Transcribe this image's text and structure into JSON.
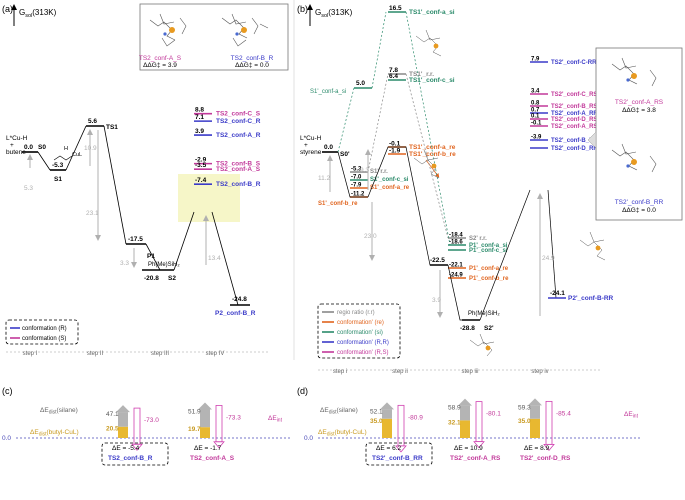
{
  "panels": {
    "a": {
      "label": "(a)",
      "axis_label": "G",
      "axis_sub": "sol",
      "axis_suffix": "(313K)",
      "reactants": [
        "L*Cu-H",
        "+",
        "butene"
      ],
      "s0": "S0",
      "s1": "S1",
      "ts1": "TS1",
      "p1": "P1",
      "s2": "S2",
      "reagent": "Ph(Me)SiH₂",
      "hcul_h": "H",
      "hcul_cu": "CuL",
      "energies": {
        "s0": "0.0",
        "s1": "-5.3",
        "ts1": "5.6",
        "p1": "-17.5",
        "s2": "-20.8",
        "p2": "-24.8",
        "gap_left": "5.3",
        "gap_ts1": "10.9",
        "gap_s1": "23.1",
        "gap_p1": "3.3",
        "gap_ts2": "13.4"
      },
      "ts2_levels": [
        {
          "value": "8.8",
          "label": "TS2_conf-C_S",
          "color": "#c2389a"
        },
        {
          "value": "7.1",
          "label": "TS2_conf-C_R",
          "color": "#3a3ac8"
        },
        {
          "value": "3.9",
          "label": "TS2_conf-A_R",
          "color": "#3a3ac8"
        },
        {
          "value": "-2.9",
          "label": "TS2_conf-B_S",
          "color": "#c2389a"
        },
        {
          "value": "-3.5",
          "label": "TS2_conf-A_S",
          "color": "#c2389a"
        },
        {
          "value": "-7.4",
          "label": "TS2_conf-B_R",
          "color": "#3a3ac8"
        }
      ],
      "p2_label": "P2_conf-B_R",
      "inset": {
        "left_label": "TS2_conf-A_S",
        "right_label": "TS2_conf-B_R",
        "left_dg": "ΔΔG‡ = 3.9",
        "right_dg": "ΔΔG‡ = 0.0"
      },
      "legend": {
        "r": "conformation (R)",
        "s": "conformation (S)"
      },
      "steps": [
        "step I",
        "step II",
        "step III",
        "step IV"
      ]
    },
    "b": {
      "label": "(b)",
      "axis_label": "G",
      "axis_sub": "sol",
      "axis_suffix": "(313K)",
      "reactants": [
        "L*Cu-H",
        "+",
        "styrene"
      ],
      "s0": "S0'",
      "s2": "S2'",
      "reagent": "Ph(Me)SiH₂",
      "top_ts": [
        {
          "value": "16.5",
          "label": "TS1'_conf-a_si",
          "color": "#2a8a6a"
        },
        {
          "value": "7.8",
          "label": "TS1'_r.r.",
          "color": "#888888"
        },
        {
          "value": "6.4",
          "label": "TS1'_conf-c_si",
          "color": "#2a8a6a"
        }
      ],
      "s1_si": {
        "value": "5.0",
        "label": "S1'_conf-a_si"
      },
      "s0_value": "0.0",
      "ts1_re": [
        {
          "value": "-0.1",
          "label": "TS1'_conf-a_re"
        },
        {
          "value": "-1.9",
          "label": "TS1'_conf-b_re"
        }
      ],
      "s1_cluster": [
        {
          "value": "-5.3",
          "label": "S1' r.r.",
          "color": "#888888"
        },
        {
          "value": "-7.0",
          "label": "S1'_conf-c_si",
          "color": "#2a8a6a"
        },
        {
          "value": "-7.9",
          "label": "S1'_conf-a_re",
          "color": "#e0641e"
        },
        {
          "value": "-11.2",
          "label": "S1'_conf-b_re",
          "color": "#e0641e"
        }
      ],
      "p1_cluster": [
        {
          "value": "-18.4",
          "label": "S2' r.r.",
          "color": "#888888"
        },
        {
          "value": "-18.6",
          "label": "P1'_conf-a_si",
          "color": "#2a8a6a"
        },
        {
          "value": "",
          "label": "P1'_conf-c_si",
          "color": "#2a8a6a"
        },
        {
          "value": "-22.1",
          "label": "P1'_conf-a_re",
          "color": "#e0641e"
        },
        {
          "value": "-24.9",
          "label": "P1'_conf-b_re",
          "color": "#e0641e"
        }
      ],
      "p1_left": "-22.5",
      "s2_value": "-28.8",
      "gaps": {
        "g1": "11.2",
        "g2": "9.3",
        "g3": "23.0",
        "g4": "3.9",
        "g5": "24.9"
      },
      "ts2_levels": [
        {
          "value": "7.9",
          "label": "TS2'_conf-C-RR",
          "color": "#3a3ac8"
        },
        {
          "value": "3.4",
          "label": "TS2'_conf-C_RS",
          "color": "#c2389a"
        },
        {
          "value": "0.8",
          "label": "TS2'_conf-B_RS",
          "color": "#c2389a"
        },
        {
          "value": "0.7",
          "label": "TS2'_conf-A_RR",
          "color": "#3a3ac8"
        },
        {
          "value": "0.1",
          "label": "TS2'_conf-D_RS",
          "color": "#c2389a"
        },
        {
          "value": "-0.1",
          "label": "TS2'_conf-A_RS",
          "color": "#c2389a"
        },
        {
          "value": "-3.9",
          "label": "TS2'_conf-B_RR/",
          "color": "#3a3ac8"
        },
        {
          "value": "",
          "label": "TS2'_conf-D_RR",
          "color": "#3a3ac8"
        }
      ],
      "p2": {
        "value": "-24.1",
        "label": "P2'_conf-B-RR"
      },
      "inset": {
        "top_label": "TS2'_conf-A_RS",
        "top_dg": "ΔΔG‡ = 3.8",
        "bottom_label": "TS2'_conf-B_RR",
        "bottom_dg": "ΔΔG‡ = 0.0"
      },
      "legend": [
        {
          "text": "regio ratio (r.r)",
          "color": "#888888"
        },
        {
          "text": "conformation' (re)",
          "color": "#e0641e"
        },
        {
          "text": "conformation' (si)",
          "color": "#2a8a6a"
        },
        {
          "text": "conformation' (R,R)",
          "color": "#3a3ac8"
        },
        {
          "text": "conformation' (R,S)",
          "color": "#c2389a"
        }
      ],
      "steps": [
        "step i",
        "step ii",
        "step iii",
        "step iv"
      ]
    },
    "c": {
      "label": "(c)",
      "baseline": "0.0",
      "bars": [
        {
          "dist_total": "47.1",
          "dist_cul": "20.5",
          "int": "-73.0",
          "de": "ΔE = -5.4",
          "name": "TS2_conf-B_R",
          "name_color": "#3a3ac8",
          "boxed": true
        },
        {
          "dist_total": "51.9",
          "dist_cul": "19.7",
          "int": "-73.3",
          "de": "ΔE = -1.7",
          "name": "TS2_conf-A_S",
          "name_color": "#c2389a",
          "boxed": false
        }
      ],
      "dist_silane_label": "ΔE",
      "dist_silane_sub": "dist",
      "dist_silane_suffix": "(silane)",
      "dist_cul_label": "ΔE",
      "dist_cul_sub": "dist",
      "dist_cul_suffix": "(butyl-CuL)",
      "int_label": "ΔE",
      "int_sub": "int"
    },
    "d": {
      "label": "(d)",
      "baseline": "0.0",
      "bars": [
        {
          "dist_total": "52.1",
          "dist_cul": "35.0",
          "int": "-80.9",
          "de": "ΔE = 6.2",
          "name": "TS2'_conf-B_RR",
          "name_color": "#3a3ac8",
          "boxed": true
        },
        {
          "dist_total": "58.9",
          "dist_cul": "32.1",
          "int": "-80.1",
          "de": "ΔE = 10.9",
          "name": "TS2'_conf-A_RS",
          "name_color": "#c2389a",
          "boxed": false
        },
        {
          "dist_total": "59.3",
          "dist_cul": "35.0",
          "int": "-85.4",
          "de": "ΔE = 8.9",
          "name": "TS2'_conf-D_RS",
          "name_color": "#c2389a",
          "boxed": false
        }
      ],
      "dist_silane_label": "ΔE",
      "dist_silane_sub": "dist",
      "dist_silane_suffix": "(silane)",
      "dist_cul_label": "ΔE",
      "dist_cul_sub": "dist",
      "dist_cul_suffix": "(butyl-CuL)",
      "int_label": "ΔE",
      "int_sub": "int"
    }
  },
  "colors": {
    "r": "#3a3ac8",
    "s": "#c2389a",
    "re": "#e0641e",
    "si": "#2a8a6a",
    "rr": "#888888",
    "silane": "#b4b4b4",
    "cul": "#e8b830",
    "highlight": "#f6f6c8"
  },
  "icons": [
    "molecule-structure-icon"
  ]
}
